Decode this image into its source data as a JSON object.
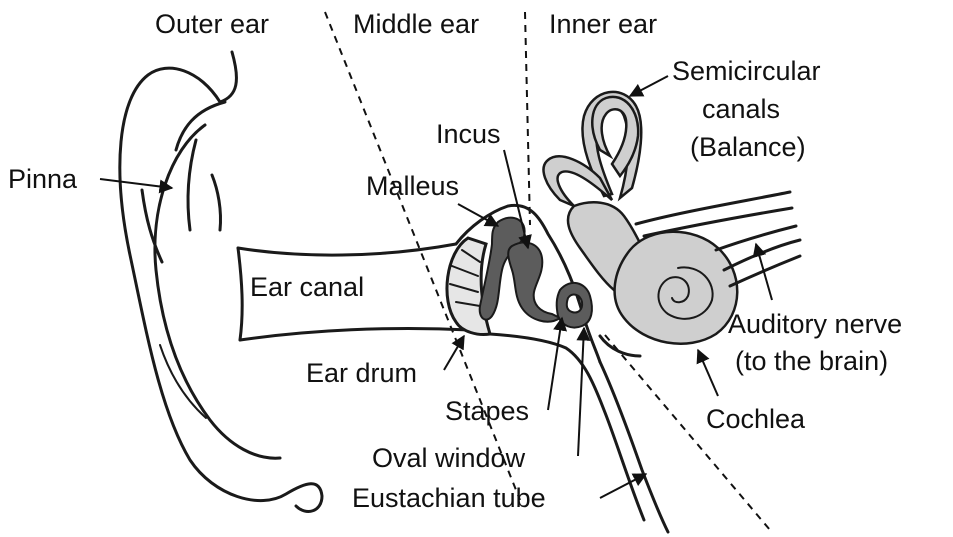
{
  "sections": {
    "outer": "Outer ear",
    "middle": "Middle ear",
    "inner": "Inner ear"
  },
  "labels": {
    "pinna": "Pinna",
    "ear_canal": "Ear canal",
    "ear_drum": "Ear drum",
    "malleus": "Malleus",
    "incus": "Incus",
    "stapes": "Stapes",
    "oval_window": "Oval window",
    "eustachian_tube": "Eustachian tube",
    "semicircular_1": "Semicircular",
    "semicircular_2": "canals",
    "semicircular_3": "(Balance)",
    "auditory_1": "Auditory nerve",
    "auditory_2": "(to the brain)",
    "cochlea": "Cochlea"
  },
  "colors": {
    "ink": "#111111",
    "bone": "#5c5c5c",
    "inner_fill": "#cfcfcf",
    "drum_fill": "#e6e6e6"
  }
}
